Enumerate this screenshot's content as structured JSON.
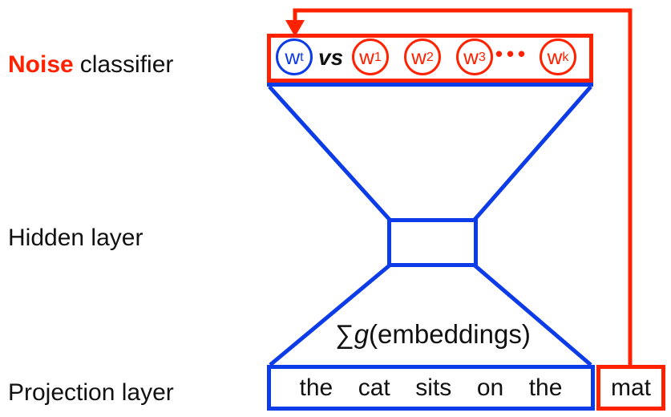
{
  "colors": {
    "red": "#ff2200",
    "blue": "#0c3be8",
    "text": "#111111"
  },
  "labels": {
    "noise_word": "Noise",
    "noise_rest": "classifier",
    "hidden": "Hidden layer",
    "projection": "Projection layer"
  },
  "classifier": {
    "target": {
      "base": "w",
      "sub": "t"
    },
    "versus": "vs",
    "noise": [
      {
        "base": "w",
        "sub": "1"
      },
      {
        "base": "w",
        "sub": "2"
      },
      {
        "base": "w",
        "sub": "3"
      }
    ],
    "ellipsis": "•••",
    "noise_last": {
      "base": "w",
      "sub": "k"
    }
  },
  "formula": {
    "sum": "∑",
    "func": "g",
    "args": "(embeddings)"
  },
  "projection": {
    "context_words": [
      "the",
      "cat",
      "sits",
      "on",
      "the"
    ],
    "target_word": "mat"
  }
}
